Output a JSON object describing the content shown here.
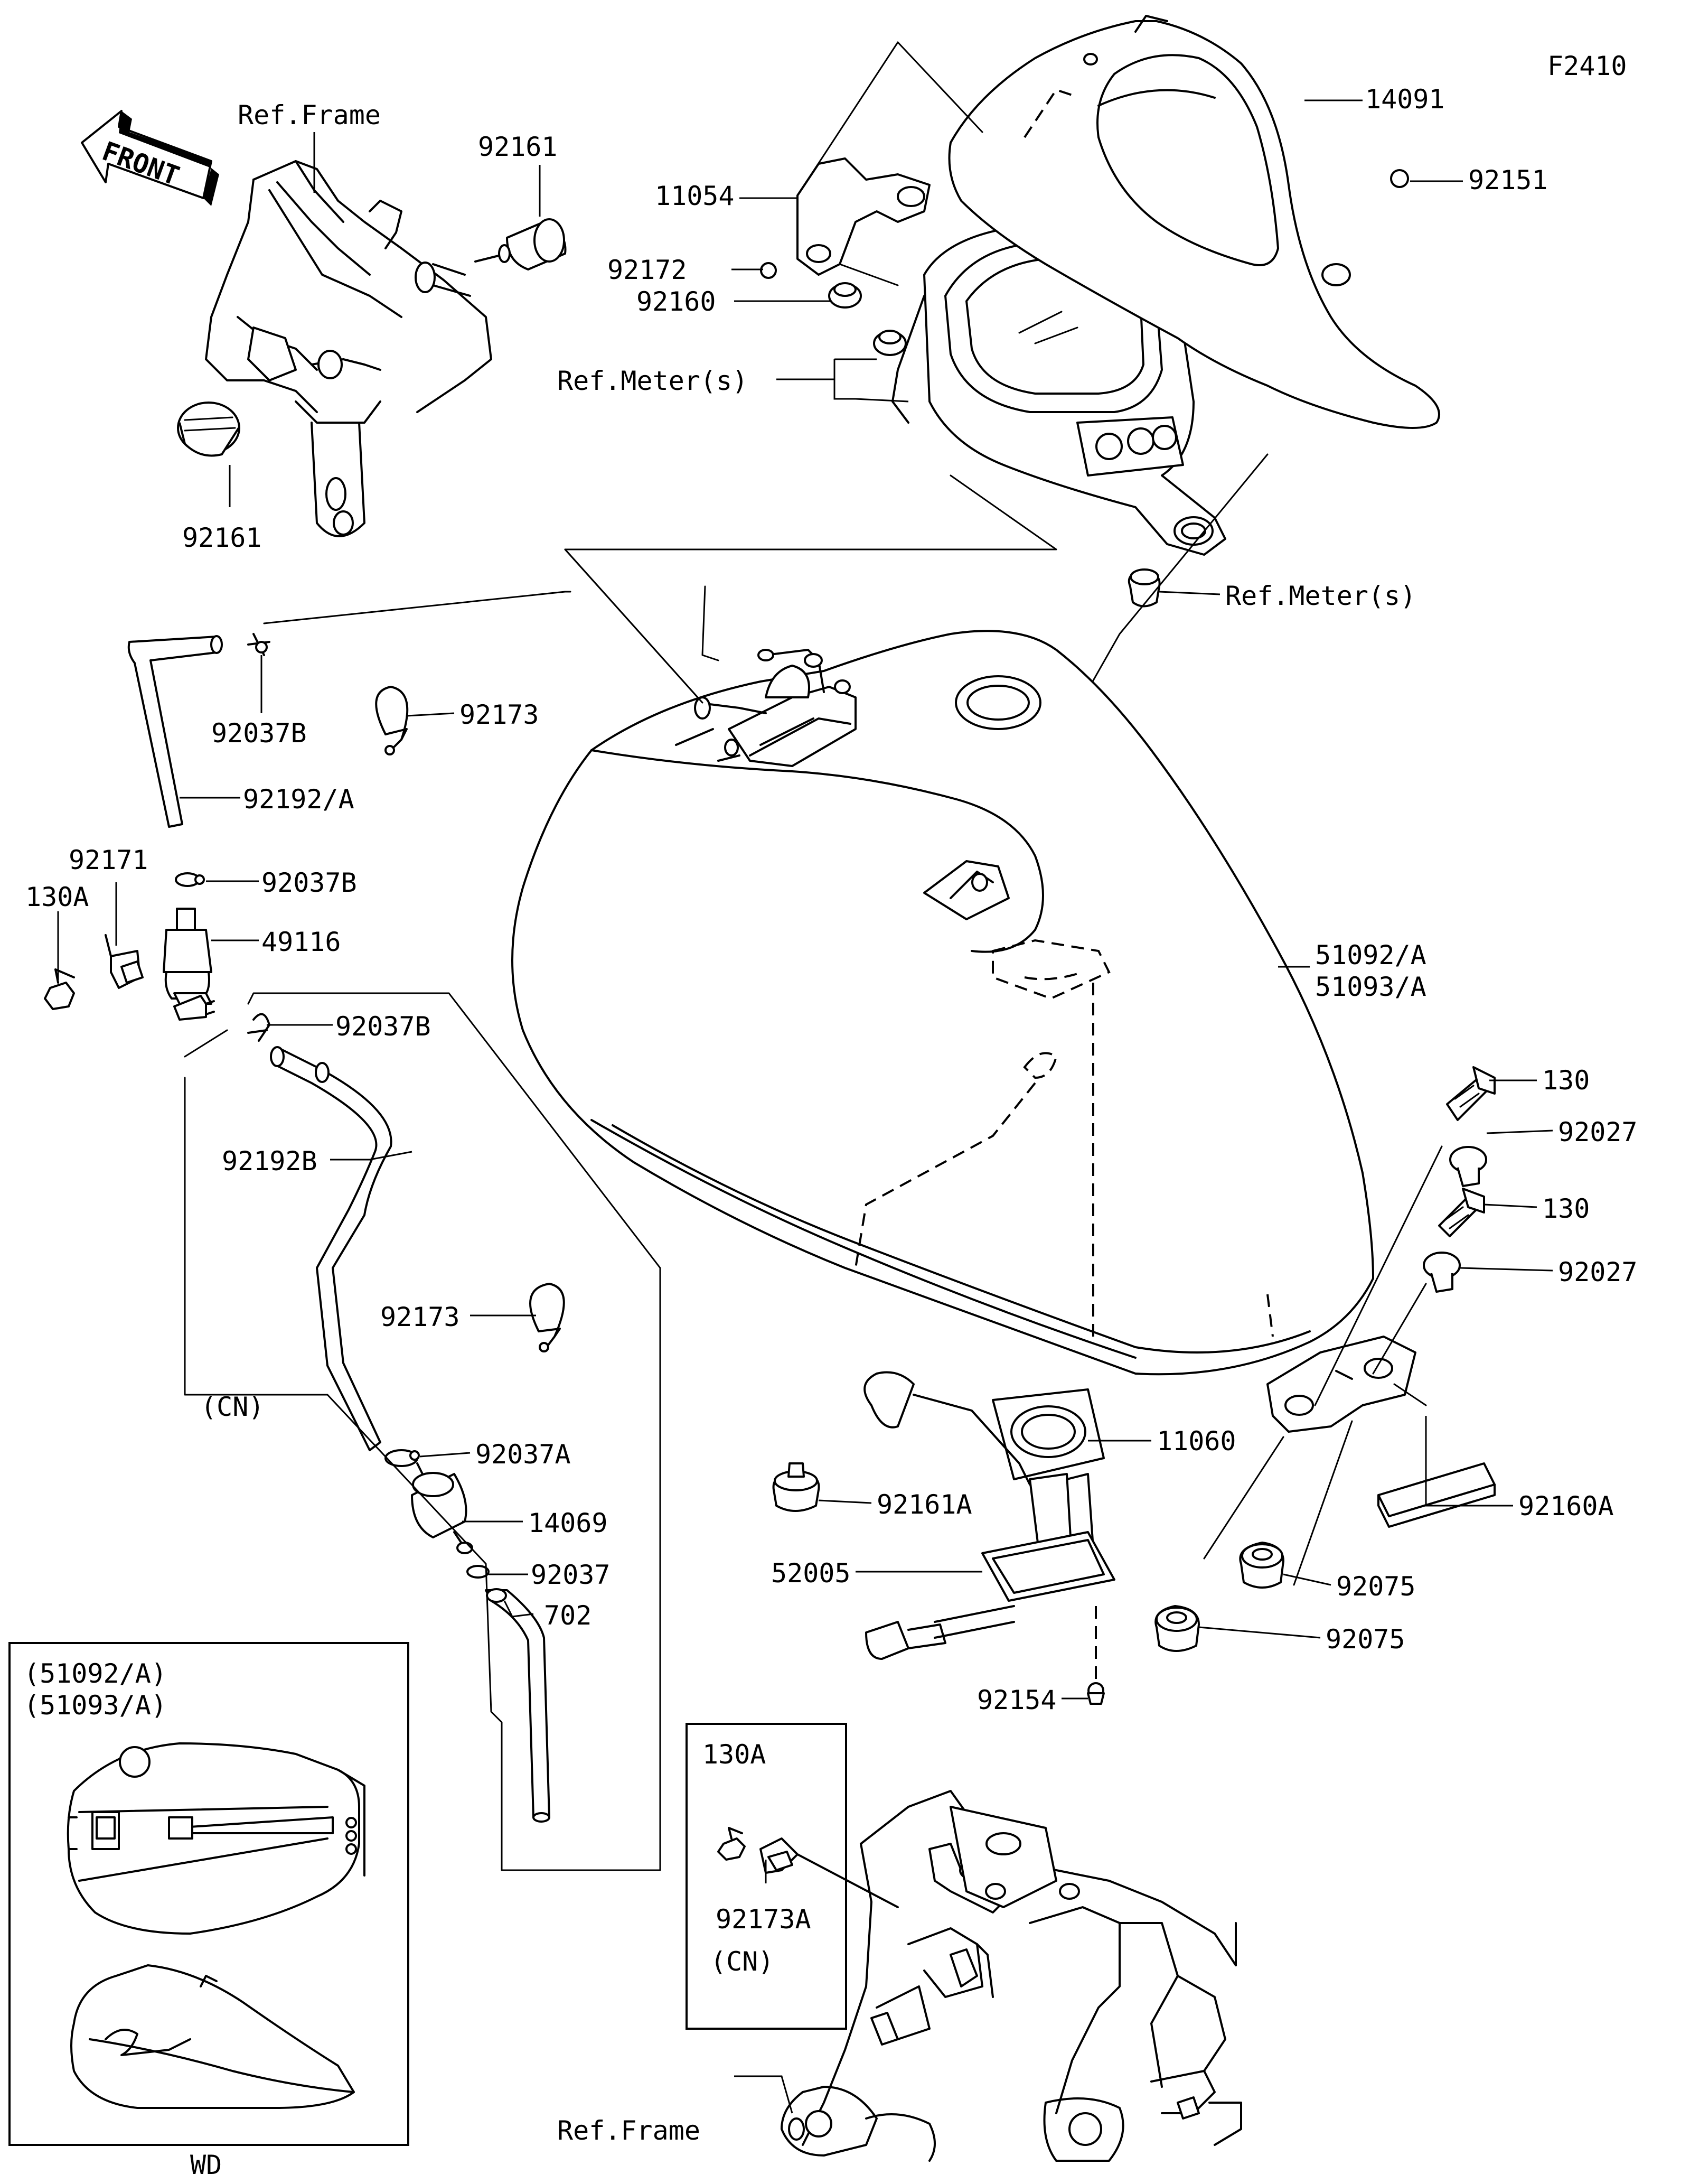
{
  "figure_code": "F2410",
  "front_label": "FRONT",
  "labels": [
    {
      "id": "ref-frame-top",
      "text": "Ref.Frame"
    },
    {
      "id": "92161-top",
      "text": "92161"
    },
    {
      "id": "92161-bottom",
      "text": "92161"
    },
    {
      "id": "11054",
      "text": "11054"
    },
    {
      "id": "92172",
      "text": "92172"
    },
    {
      "id": "92160",
      "text": "92160"
    },
    {
      "id": "ref-meters-1",
      "text": "Ref.Meter(s)"
    },
    {
      "id": "14091",
      "text": "14091"
    },
    {
      "id": "92151",
      "text": "92151"
    },
    {
      "id": "ref-meters-2",
      "text": "Ref.Meter(s)"
    },
    {
      "id": "92037B-1",
      "text": "92037B"
    },
    {
      "id": "92173-1",
      "text": "92173"
    },
    {
      "id": "92192A",
      "text": "92192/A"
    },
    {
      "id": "92171",
      "text": "92171"
    },
    {
      "id": "130A-1",
      "text": "130A"
    },
    {
      "id": "92037B-2",
      "text": "92037B"
    },
    {
      "id": "49116",
      "text": "49116"
    },
    {
      "id": "92037B-3",
      "text": "92037B"
    },
    {
      "id": "92192B",
      "text": "92192B"
    },
    {
      "id": "92173-2",
      "text": "92173"
    },
    {
      "id": "cn-1",
      "text": "(CN)"
    },
    {
      "id": "92037A",
      "text": "92037A"
    },
    {
      "id": "14069",
      "text": "14069"
    },
    {
      "id": "92037",
      "text": "92037"
    },
    {
      "id": "702",
      "text": "702"
    },
    {
      "id": "51092A",
      "text": "51092/A"
    },
    {
      "id": "51093A",
      "text": "51093/A"
    },
    {
      "id": "130-1",
      "text": "130"
    },
    {
      "id": "92027-1",
      "text": "92027"
    },
    {
      "id": "130-2",
      "text": "130"
    },
    {
      "id": "92027-2",
      "text": "92027"
    },
    {
      "id": "11060",
      "text": "11060"
    },
    {
      "id": "92161A",
      "text": "92161A"
    },
    {
      "id": "92160A",
      "text": "92160A"
    },
    {
      "id": "52005",
      "text": "52005"
    },
    {
      "id": "92075-1",
      "text": "92075"
    },
    {
      "id": "92075-2",
      "text": "92075"
    },
    {
      "id": "92154",
      "text": "92154"
    },
    {
      "id": "inset-51092A",
      "text": "(51092/A)"
    },
    {
      "id": "inset-51093A",
      "text": "(51093/A)"
    },
    {
      "id": "wd",
      "text": "WD"
    },
    {
      "id": "130A-2",
      "text": "130A"
    },
    {
      "id": "92173A",
      "text": "92173A"
    },
    {
      "id": "cn-2",
      "text": "(CN)"
    },
    {
      "id": "ref-frame-bottom",
      "text": "Ref.Frame"
    }
  ]
}
